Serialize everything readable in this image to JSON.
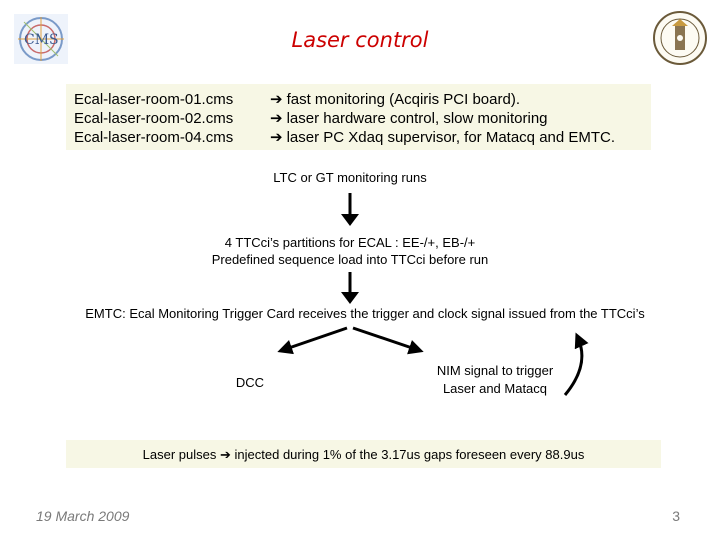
{
  "title": "Laser control",
  "hosts": [
    {
      "name": "Ecal-laser-room-01.cms",
      "desc": "fast monitoring (Acqiris PCI board)."
    },
    {
      "name": "Ecal-laser-room-02.cms",
      "desc": "laser hardware control, slow monitoring"
    },
    {
      "name": "Ecal-laser-room-04.cms",
      "desc": "laser PC Xdaq supervisor, for Matacq and EMTC."
    }
  ],
  "flow": {
    "ltc": "LTC or GT monitoring runs",
    "ttc_line1": "4 TTCci’s partitions for ECAL : EE-/+, EB-/+",
    "ttc_line2": "Predefined sequence load into TTCci before run",
    "emtc_bold": "EMTC:",
    "emtc_rest": " Ecal Monitoring Trigger Card receives the trigger and clock signal issued from the TTCci’s",
    "dcc": "DCC",
    "nim_line1": "NIM signal to trigger",
    "nim_line2": "Laser and Matacq"
  },
  "pulse": {
    "prefix": "Laser pulses",
    "rest": "injected during 1% of the 3.17us gaps foreseen every 88.9us"
  },
  "footer": {
    "date": "19 March 2009",
    "page": "3"
  },
  "colors": {
    "title": "#cc0000",
    "box_fill": "#f7f7e5",
    "footer_text": "#7a7a7a"
  },
  "icons": {
    "arrow": "right-arrow-icon"
  }
}
